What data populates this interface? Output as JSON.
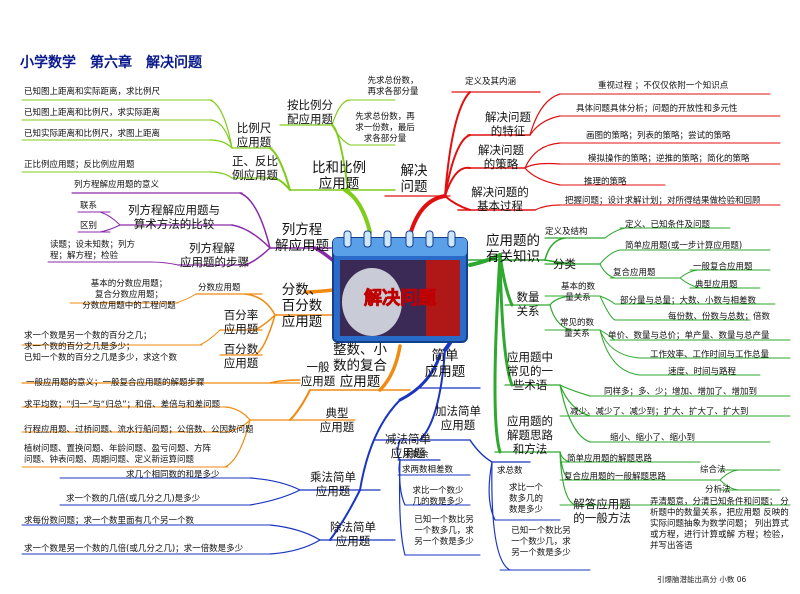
{
  "title": "小学数学　第六章　解决问题",
  "center": {
    "label": "解决问题"
  },
  "footer": "引爆脑潜能出高分  小数  06",
  "colors": {
    "red": "#e01010",
    "green": "#2ea82e",
    "lime": "#7fcc1a",
    "purple": "#8a2aa8",
    "orange": "#f08a10",
    "blue": "#1a35c0",
    "teal": "#1a8a8a",
    "title": "#0a1a8c"
  },
  "t": {
    "b_jjwt": "解决\n问题",
    "r_dy": "定义及其内涵",
    "r_tz": "解决问题\n的特征",
    "r_t1": "重视过程 ；不仅仅依附一个知识点",
    "r_t2": "具体问题具体分析；问题的开放性和多元性",
    "r_cl": "解决问题\n的策略",
    "r_c1": "画图的策略；列表的策略；尝试的策略",
    "r_c2": "模拟操作的策略；逆推的策略；简化的策略",
    "r_c3": "推理的策略",
    "r_gc": "解决问题的\n基本过程",
    "r_g1": "把握问题；设计求解计划；对所得结果做检验和回顾",
    "b_bl": "比和比例\n应用题",
    "bl_fp": "按比例分\n配应用题",
    "bl_f1": "先求总份数，\n再求各部分量",
    "bl_f2": "先求总份数，再\n求一份数，最后\n求各部分量",
    "bl_blc": "比例尺\n应用题",
    "bl_b1": "已知图上距离和实际距离，求比例尺",
    "bl_b2": "已知图上距离和比例尺，求实际距离",
    "bl_b3": "已知实际距离和比例尺，求图上距离",
    "bl_zf": "正、反比\n例应用题",
    "bl_z1": "正比例应用题；反比例应用题",
    "b_fc": "列方程\n解应用题",
    "fc_y": "列方程解应用题的意义",
    "fc_bj": "列方程解应用题与\n算术方法的比较",
    "fc_lx": "联系",
    "fc_qb": "区别",
    "fc_bz": "列方程解\n应用题的步骤",
    "fc_b1": "读题；设未知数；列方\n程；解方程；检验",
    "b_fs": "分数、\n百分数\n应用题",
    "fs_f": "分数应用题",
    "fs_f1": "基本的分数应用题；\n复合分数应用题；\n分数应用题中的工程问题",
    "fs_bfl": "百分率\n应用题",
    "fs_bfs": "百分数\n应用题",
    "fs_p1": "求一个数是另一个数的百分之几；\n求一个数的百分之几是多少；\n已知一个数的百分之几是多少，求这个数",
    "b_zs": "整数、小\n数的复合\n应用题",
    "zs_yb": "一般\n应用题",
    "zs_y1": "一般应用题的意义；一般复合应用题的解题步骤",
    "zs_dx": "典型\n应用题",
    "zs_d1": "求平均数；“归一”与“归总”；和倍、差倍与和差问题",
    "zs_d2": "行程应用题、过桥问题、流水行船问题；公倍数、公因数问题",
    "zs_d3": "植树问题、置换问题、年龄问题、盈亏问题、方阵\n问题、钟表问题、周期问题、定义新运算问题",
    "b_jd": "简单\n应用题",
    "jd_cf": "乘法简单\n应用题",
    "jd_c1": "求几个相同数的和是多少",
    "jd_c2": "求一个数的几倍(或几分之几)是多少",
    "jd_cu": "除法简单\n应用题",
    "jd_u1": "求每份数问题；求一个数里面有几个另一个数",
    "jd_u2": "求一个数是另一个数的几倍(或几分之几)；求一倍数是多少",
    "jd_jf": "加法简单\n应用题",
    "jd_zs": "求总数",
    "jd_jf1": "求比一个\n数多几的\n数是多少",
    "jd_js": "减法简单\n应用题",
    "jd_sy": "求剩余",
    "jd_xc": "求两数相差数",
    "jd_s1": "求比一个数少\n几的数是多少",
    "jd_s2": "已知一个数比另\n一个数多几，求\n另一个数是多少",
    "jd_s3": "已知一个数比另\n一个数少几，求\n另一个数是多少",
    "b_yy": "应用题的\n有关知识",
    "yy_dj": "定义及结构",
    "yy_d1": "定义、已知条件及问题",
    "yy_fl": "分类",
    "yy_jd": "简单应用题(或一步计算应用题)",
    "yy_fh": "复合应用题",
    "yy_f1": "一般复合应用题",
    "yy_f2": "典型应用题",
    "yy_sl": "数量\n关系",
    "yy_jb": "基本的数\n量关系",
    "yy_j1": "部分量与总量；大数、小数与相差数",
    "yy_j2": "每份数、份数与总数；倍数",
    "yy_cj": "常见的数\n量关系",
    "yy_c1": "单价、数量与总价；单产量、数量与总产量",
    "yy_c2": "工作效率、工作时间与工作总量",
    "yy_c3": "速度、时间与路程",
    "yy_sy": "应用题中\n常见的一\n些术语",
    "yy_s1": "同样多；多、少；增加、增加了、增加到",
    "yy_s2": "减少、减少了、减少到；扩大、扩大了、扩大到",
    "yy_s3": "缩小、缩小了、缩小到",
    "yy_jt": "应用题的\n解题思路\n和方法",
    "yy_jt1": "简单应用题的解题思路",
    "yy_fhy": "复合应用题的一般解题思路",
    "yy_zh": "综合法",
    "yy_fx": "分析法",
    "yy_yb": "解答应用题\n的一般方法",
    "yy_yb1": "弄清题意，分清已知条件和问题；\n分析题中的数量关系，把应用题\n反映的实际问题抽象为数学问题；\n列出算式或方程，进行计算或解\n方程；检验，并写出答语"
  }
}
